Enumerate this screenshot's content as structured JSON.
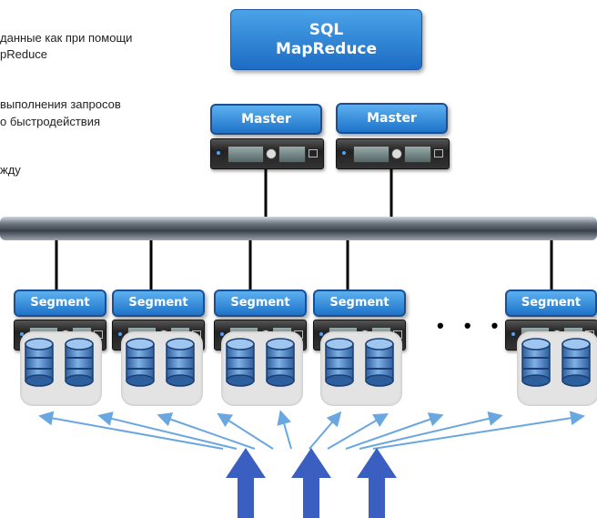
{
  "text_lines": [
    "данные как при помощи",
    "pReduce",
    "выполнения запросов",
    "о быстродействия",
    "жду"
  ],
  "title": {
    "line1": "SQL",
    "line2": "MapReduce"
  },
  "masters": [
    "Master",
    "Master"
  ],
  "segments": [
    "Segment",
    "Segment",
    "Segment",
    "Segment",
    "Segment"
  ],
  "ellipsis": "• • •",
  "colors": {
    "box_blue": "#1f73c9",
    "arrow_blue": "#6aa6e0",
    "big_arrow": "#3a5fc0",
    "bus": "#5e6772"
  },
  "icons": [
    "server-icon",
    "database-icon",
    "network-bus",
    "arrow-up-icon"
  ]
}
